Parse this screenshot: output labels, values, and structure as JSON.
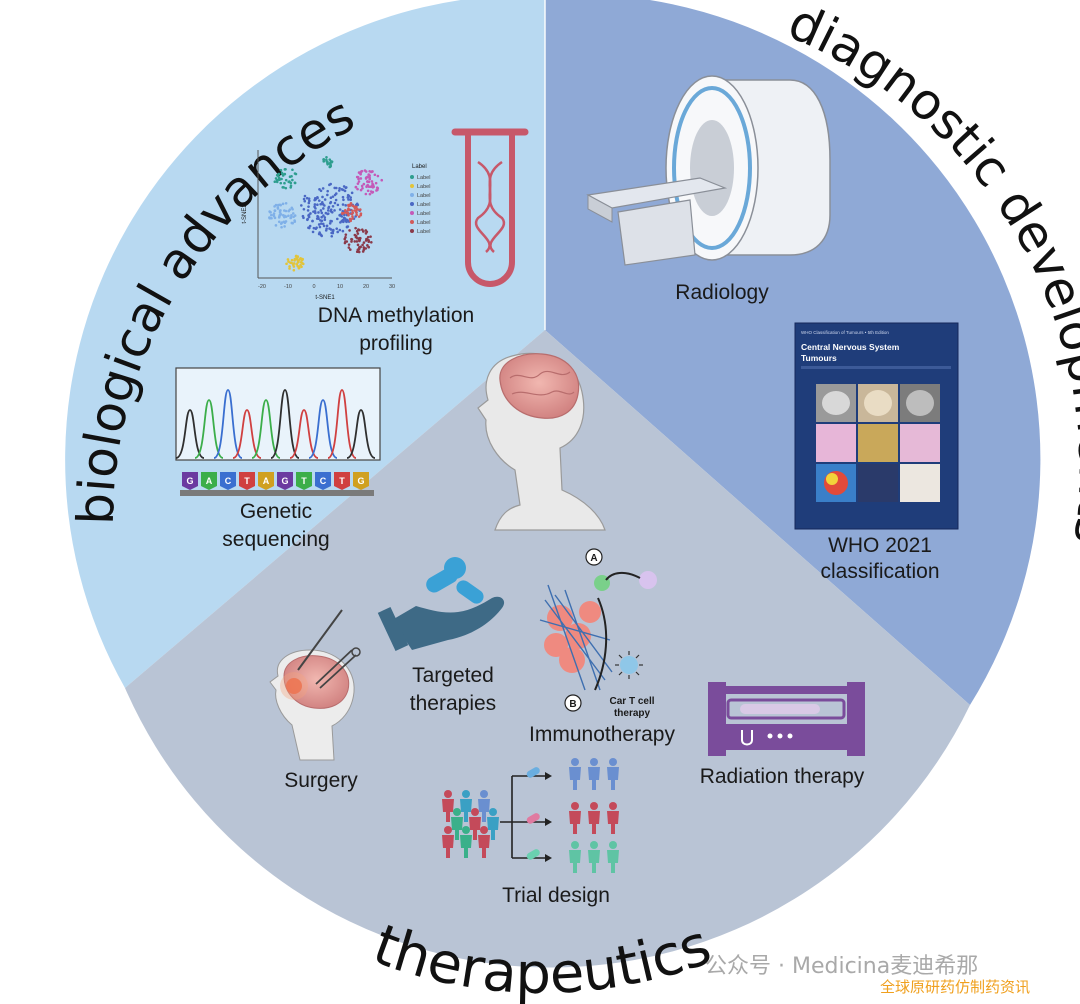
{
  "sections": {
    "biological": "biological advances",
    "diagnostic": "diagnostic developments",
    "therapeutics": "therapeutics"
  },
  "items": {
    "dna_methylation": [
      "DNA methylation",
      "profiling"
    ],
    "genetic_sequencing": [
      "Genetic",
      "sequencing"
    ],
    "radiology": "Radiology",
    "who": [
      "WHO 2021",
      "classification"
    ],
    "targeted": [
      "Targeted",
      "therapies"
    ],
    "immunotherapy": "Immunotherapy",
    "surgery": "Surgery",
    "radiation": "Radiation therapy",
    "trial": "Trial design",
    "car_t": [
      "Car T cell",
      "therapy"
    ],
    "marker_a": "A",
    "marker_b": "B"
  },
  "tsne": {
    "xlabel": "t-SNE1",
    "ylabel": "t-SNE2",
    "xticks": [
      "-20",
      "-10",
      "0",
      "10",
      "20",
      "30"
    ],
    "legend_title": "Label",
    "legend_items": [
      "Label",
      "Label",
      "Label",
      "Label",
      "Label",
      "Label",
      "Label"
    ]
  },
  "sequence": [
    "G",
    "A",
    "C",
    "T",
    "A",
    "G",
    "T",
    "C",
    "T",
    "G"
  ],
  "who_book": {
    "header": "WHO Classification of Tumours • 5th Edition",
    "title_line1": "Central Nervous System",
    "title_line2": "Tumours"
  },
  "watermark": {
    "line1": "公众号 · Medicina麦迪希那",
    "line2": "全球原研药仿制药资讯"
  },
  "colors": {
    "biological_bg": "#b8d9f1",
    "diagnostic_bg": "#8fa9d6",
    "therapeutics_bg": "#b9c4d5",
    "watermark_orange": "#f0a01e"
  }
}
